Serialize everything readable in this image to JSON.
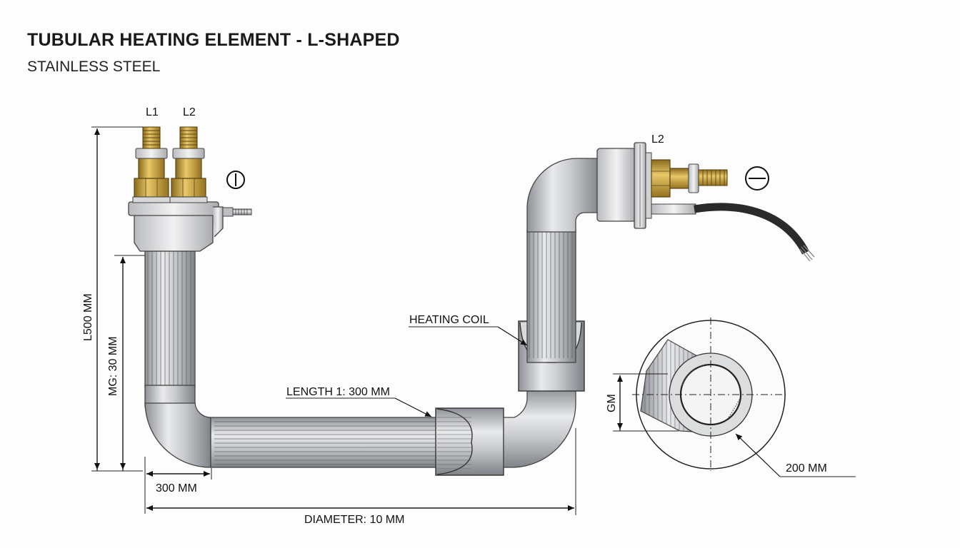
{
  "title": "TUBULAR HEATING ELEMENT - L-SHAPED",
  "subtitle": "STAINLESS STEEL",
  "labels": {
    "terminal_l1": "L1",
    "terminal_l2_left": "L2",
    "terminal_l2_right": "L2",
    "heating_coil": "HEATING COIL",
    "length_1": "LENGTH 1: 300 MM",
    "length_total": "L500 MM",
    "mg": "MG: 30 MM",
    "width_300": "300 MM",
    "diameter": "DIAMETER: 10 MM",
    "gm": "GM",
    "section_200": "200 MM"
  },
  "symbols": {
    "left_symbol": "I",
    "right_symbol": "minus"
  },
  "colors": {
    "steel": "#c4c6c9",
    "brass": "#c9a23f",
    "cable": "#2a2a2a"
  }
}
